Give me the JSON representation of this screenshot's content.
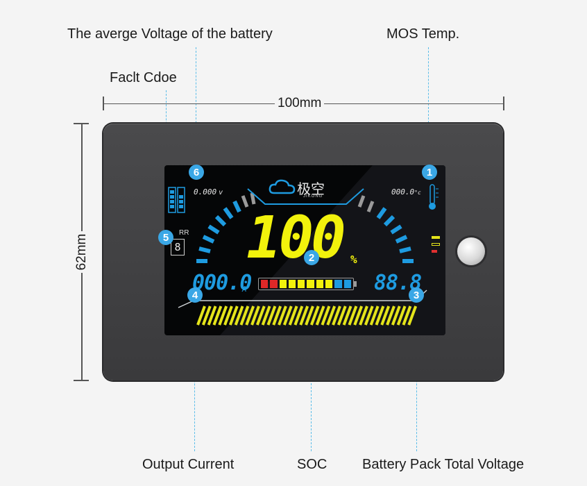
{
  "callouts": {
    "avg_voltage": "The averge Voltage of the battery",
    "mos_temp": "MOS Temp.",
    "fault_code": "Faclt Cdoe",
    "output_current": "Output Current",
    "soc": "SOC",
    "pack_voltage": "Battery Pack Total Voltage"
  },
  "dimensions": {
    "width": "100mm",
    "height": "62mm"
  },
  "badges": [
    "1",
    "2",
    "3",
    "4",
    "5",
    "6"
  ],
  "screen": {
    "brand_cn": "极空",
    "brand_en": "JIKONG",
    "cell_voltage": "0.000",
    "cell_voltage_unit": "v",
    "temperature": "000.0",
    "temperature_unit": "°c",
    "soc_value": "100",
    "soc_unit": "%",
    "current": "000.0",
    "current_unit": "A",
    "voltage": "88.8",
    "err_label": "RR",
    "err_digit": "8"
  },
  "colors": {
    "accent": "#3aa7e6",
    "lcd_yellow": "#f2f20c",
    "lcd_blue": "#1e9be0"
  }
}
